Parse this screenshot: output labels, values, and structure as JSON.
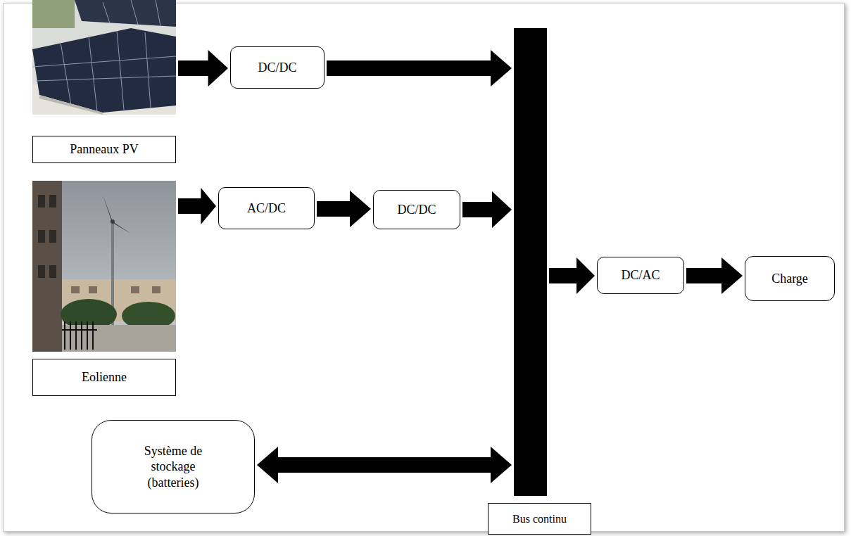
{
  "diagram": {
    "nodes": [
      {
        "text": [
          "Panneaux PV"
        ]
      },
      {
        "text": [
          "DC/DC"
        ]
      },
      {
        "text": [
          "Eolienne"
        ]
      },
      {
        "text": [
          "AC/DC"
        ]
      },
      {
        "text": [
          "DC/DC"
        ]
      },
      {
        "text": [
          "Système de stockage (batteries)"
        ]
      },
      {
        "text": [
          "Bus continu"
        ]
      },
      {
        "text": [
          "DC/AC"
        ]
      },
      {
        "text": [
          "Charge"
        ]
      }
    ],
    "edges": [
      {
        "from": 0,
        "to": 1,
        "arrow": "to"
      },
      {
        "from": 1,
        "to": 6,
        "arrow": "to"
      },
      {
        "from": 2,
        "to": 3,
        "arrow": "to"
      },
      {
        "from": 3,
        "to": 4,
        "arrow": "to"
      },
      {
        "from": 4,
        "to": 6,
        "arrow": "to"
      },
      {
        "from": 5,
        "to": 6,
        "arrow": "both"
      },
      {
        "from": 6,
        "to": 7,
        "arrow": "to"
      },
      {
        "from": 7,
        "to": 8,
        "arrow": "to"
      }
    ]
  }
}
